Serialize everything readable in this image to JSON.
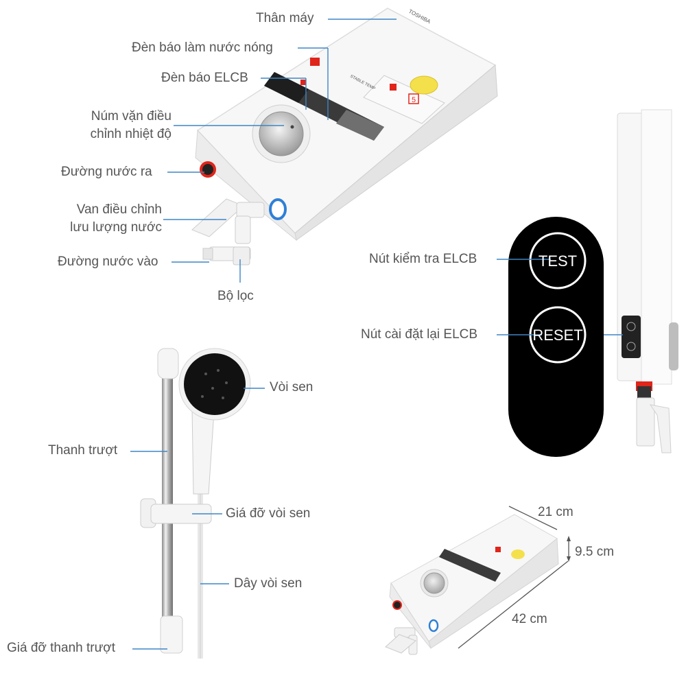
{
  "labels": {
    "than_may": "Thân máy",
    "den_bao_nong": "Đèn báo làm nước nóng",
    "den_bao_elcb": "Đèn báo ELCB",
    "num_van_line1": "Núm vặn điều",
    "num_van_line2": "chỉnh nhiệt độ",
    "duong_nuoc_ra": "Đường nước ra",
    "van_line1": "Van điều chỉnh",
    "van_line2": "lưu lượng nước",
    "duong_nuoc_vao": "Đường nước vào",
    "bo_loc": "Bộ lọc",
    "nut_kiem_tra": "Nút kiểm tra ELCB",
    "nut_cai_dat": "Nút cài đặt lại ELCB",
    "voi_sen": "Vòi sen",
    "thanh_truot": "Thanh trượt",
    "gia_do_voi_sen": "Giá đỡ vòi sen",
    "day_voi_sen": "Dây vòi sen",
    "gia_do_thanh_truot": "Giá đỡ thanh trượt"
  },
  "buttons": {
    "test": "TEST",
    "reset": "RESET"
  },
  "dimensions": {
    "width": "21 cm",
    "depth": "9.5 cm",
    "height": "42 cm"
  },
  "product": {
    "brand": "TOSHIBA",
    "panel_text": "STABLE TEMP",
    "badge": "5"
  },
  "colors": {
    "label_text": "#555555",
    "leader_line": "#3d86c6",
    "panel_black": "#000000",
    "red_accent": "#e0251b",
    "blue_ring": "#2f7fd6",
    "yellow_badge": "#f4e04a"
  }
}
